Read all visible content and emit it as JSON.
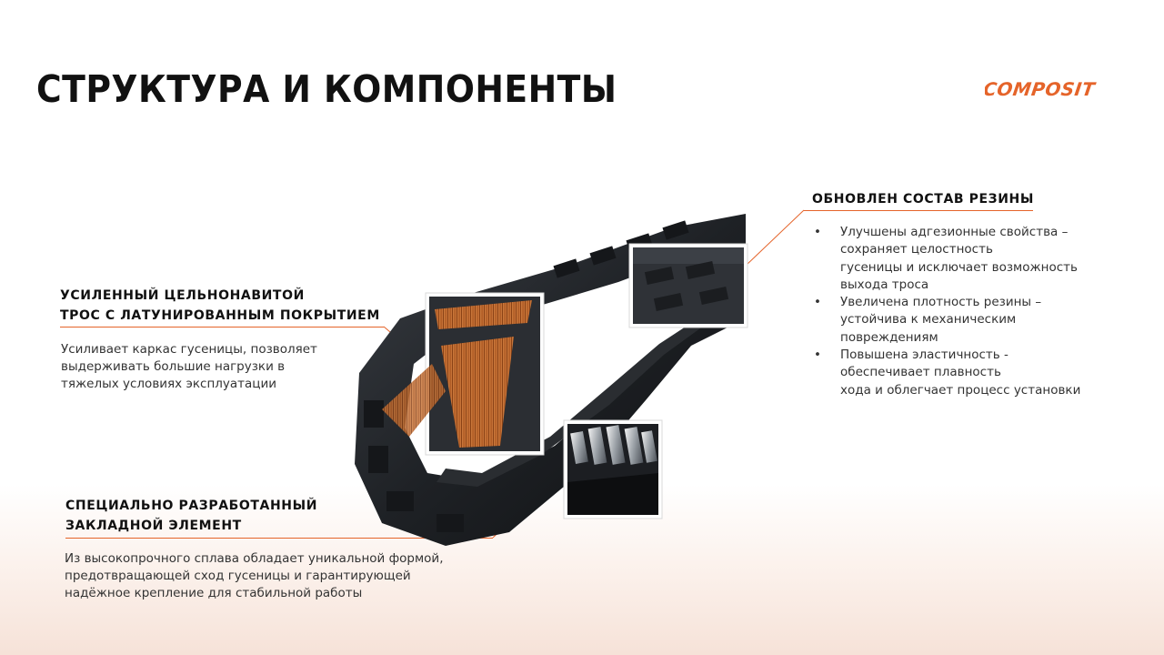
{
  "slide": {
    "title": "СТРУКТУРА И КОМПОНЕНТЫ",
    "logo_text": "COMPOSIT",
    "accent_color": "#e5642a"
  },
  "cable": {
    "heading_line1": "УСИЛЕННЫЙ ЦЕЛЬНОНАВИТОЙ",
    "heading_line2": "ТРОС С ЛАТУНИРОВАННЫМ ПОКРЫТИЕМ",
    "text_line1": "Усиливает каркас гусеницы, позволяет",
    "text_line2": "выдерживать большие нагрузки в",
    "text_line3": "тяжелых условиях эксплуатации"
  },
  "insert": {
    "heading_line1": "СПЕЦИАЛЬНО РАЗРАБОТАННЫЙ",
    "heading_line2": "ЗАКЛАДНОЙ ЭЛЕМЕНТ",
    "text_line1": "Из высокопрочного сплава обладает уникальной формой,",
    "text_line2": "предотвращающей сход гусеницы и гарантирующей",
    "text_line3": "надёжное крепление для стабильной работы"
  },
  "rubber": {
    "heading": "ОБНОВЛЕН СОСТАВ РЕЗИНЫ",
    "bullets": [
      "Улучшены адгезионные свойства –\nсохраняет целостность\nгусеницы и исключает возможность\nвыхода троса",
      "Увеличена плотность резины –\nустойчива к механическим\nповреждениям",
      "Повышена эластичность -\nобеспечивает плавность\nхода и облегчает процесс установки"
    ]
  }
}
